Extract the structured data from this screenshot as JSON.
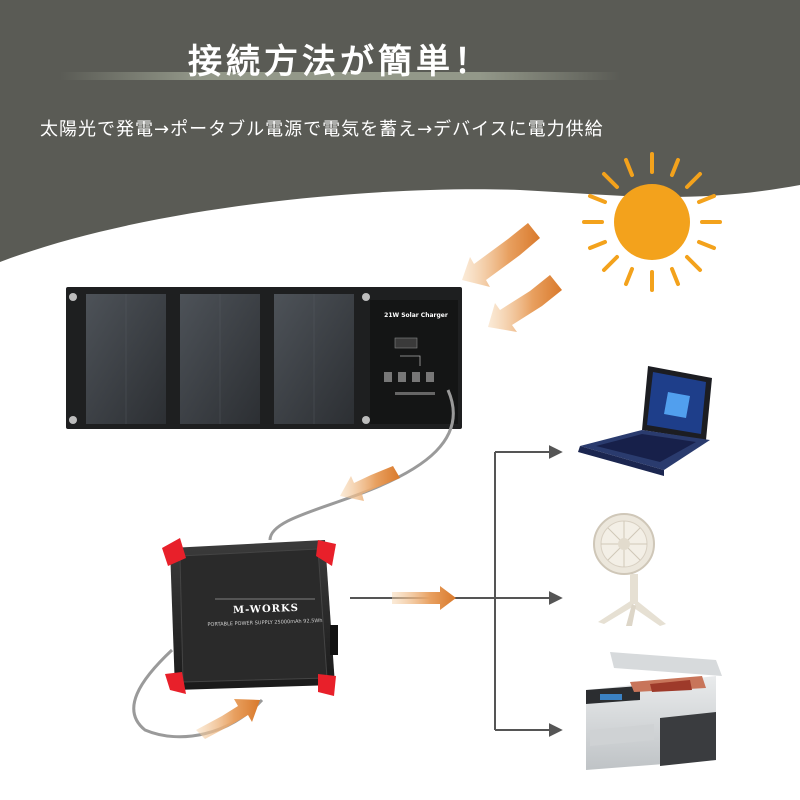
{
  "header": {
    "title": "接続方法が簡単！",
    "subtitle": "太陽光で発電→ポータブル電源で電気を蓄え→デバイスに電力供給"
  },
  "products": {
    "power_station_brand": "M-WORKS",
    "power_station_model": "PORTABLE POWER SUPPLY 25000mAh 92.5Wh",
    "solar_panel_label": "21W Solar Charger"
  },
  "colors": {
    "header_bg": "#5a5b55",
    "arrow_orange": "#e08a3c",
    "sun_orange": "#f3a21c",
    "corner_red": "#e8202a",
    "line_gray": "#555555"
  },
  "icons": [
    "sun-icon",
    "solar-panel-icon",
    "power-station-icon",
    "laptop-icon",
    "fan-icon",
    "cooler-box-icon"
  ]
}
